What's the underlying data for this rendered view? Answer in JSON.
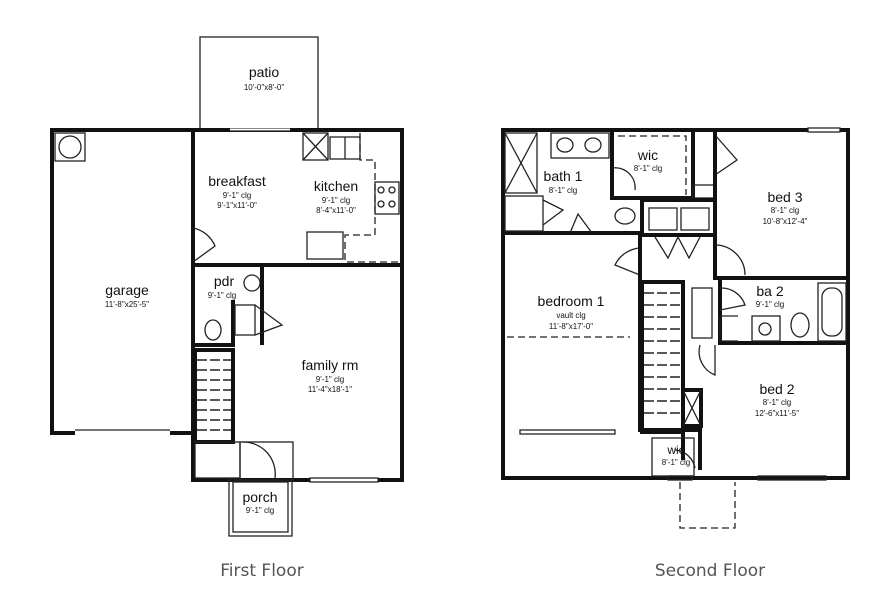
{
  "first_floor": {
    "caption": "First Floor",
    "rooms": {
      "patio": {
        "name": "patio",
        "size": "10'-0\"x8'-0\""
      },
      "breakfast": {
        "name": "breakfast",
        "ceiling": "9'-1\" clg",
        "size": "9'-1\"x11'-0\""
      },
      "kitchen": {
        "name": "kitchen",
        "ceiling": "9'-1\" clg",
        "size": "8'-4\"x11'-0\""
      },
      "garage": {
        "name": "garage",
        "size": "11'-8\"x25'-5\""
      },
      "pdr": {
        "name": "pdr",
        "ceiling": "9'-1\" clg"
      },
      "family_rm": {
        "name": "family rm",
        "ceiling": "9'-1\" clg",
        "size": "11'-4\"x18'-1\""
      },
      "porch": {
        "name": "porch",
        "ceiling": "9'-1\" clg"
      }
    }
  },
  "second_floor": {
    "caption": "Second Floor",
    "rooms": {
      "bath1": {
        "name": "bath 1",
        "ceiling": "8'-1\" clg"
      },
      "wic1": {
        "name": "wic",
        "ceiling": "8'-1\" clg"
      },
      "bed3": {
        "name": "bed 3",
        "ceiling": "8'-1\" clg",
        "size": "10'-8\"x12'-4\""
      },
      "bedroom1": {
        "name": "bedroom 1",
        "ceiling": "vault clg",
        "size": "11'-8\"x17'-0\""
      },
      "ba2": {
        "name": "ba 2",
        "ceiling": "9'-1\" clg"
      },
      "bed2": {
        "name": "bed 2",
        "ceiling": "8'-1\" clg",
        "size": "12'-6\"x11'-5\""
      },
      "wic2": {
        "name": "wic",
        "ceiling": "8'-1\" clg"
      }
    }
  }
}
